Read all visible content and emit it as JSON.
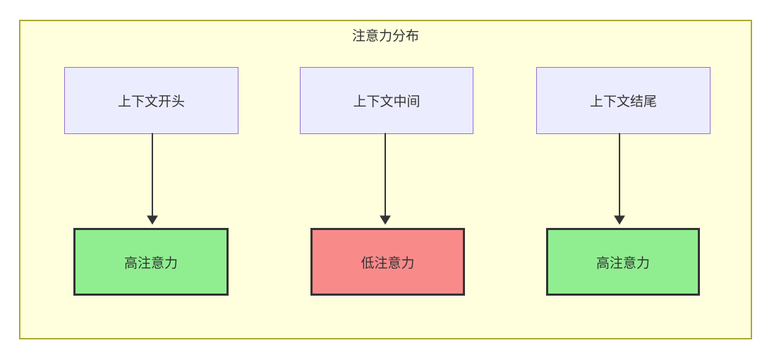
{
  "diagram": {
    "title": "注意力分布",
    "top_nodes": [
      {
        "id": "context-start",
        "label": "上下文开头"
      },
      {
        "id": "context-middle",
        "label": "上下文中间"
      },
      {
        "id": "context-end",
        "label": "上下文结尾"
      }
    ],
    "bottom_nodes": [
      {
        "id": "attention-high-1",
        "label": "高注意力",
        "level": "high",
        "fill": "#90EE90",
        "border": "#333333"
      },
      {
        "id": "attention-low",
        "label": "低注意力",
        "level": "low",
        "fill": "#F98A8A",
        "border": "#333333"
      },
      {
        "id": "attention-high-2",
        "label": "高注意力",
        "level": "high",
        "fill": "#90EE90",
        "border": "#333333"
      }
    ],
    "edges": [
      {
        "from": "context-start",
        "to": "attention-high-1"
      },
      {
        "from": "context-middle",
        "to": "attention-low"
      },
      {
        "from": "context-end",
        "to": "attention-high-2"
      }
    ],
    "colors": {
      "canvas_bg": "#FFFFFF",
      "container_fill": "#FFFFDE",
      "container_border": "#AAAA33",
      "top_node_fill": "#ECECFF",
      "top_node_border": "#9370DB",
      "arrow": "#333333",
      "text": "#333333"
    }
  }
}
